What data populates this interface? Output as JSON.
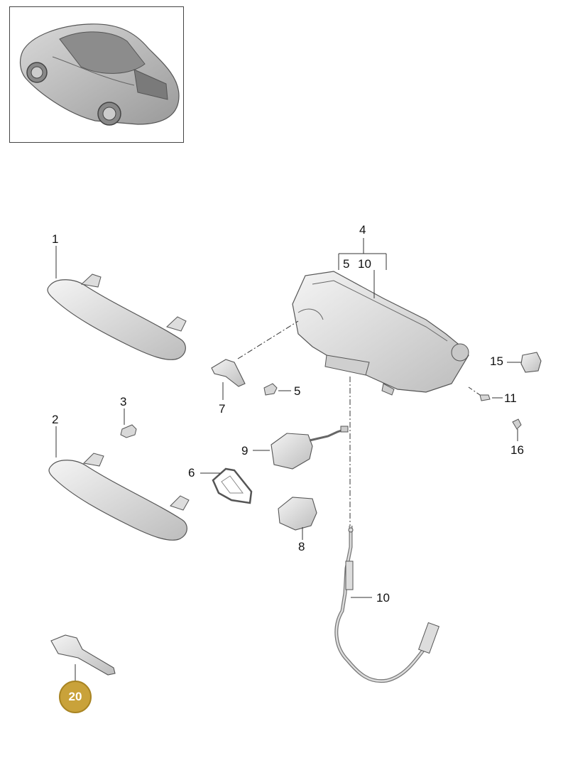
{
  "thumbnail": {
    "icon": "car-overview-icon"
  },
  "callouts": {
    "c1": "1",
    "c2": "2",
    "c3": "3",
    "c4": "4",
    "c5_group": "5",
    "c10_group": "10",
    "c5": "5",
    "c6": "6",
    "c7": "7",
    "c8": "8",
    "c9": "9",
    "c10": "10",
    "c11": "11",
    "c15": "15",
    "c16": "16"
  },
  "highlight": {
    "label": "20",
    "color": "#c9a23a"
  },
  "colors": {
    "line": "#333333",
    "part_fill": "#e6e6e6",
    "part_stroke": "#555555"
  }
}
